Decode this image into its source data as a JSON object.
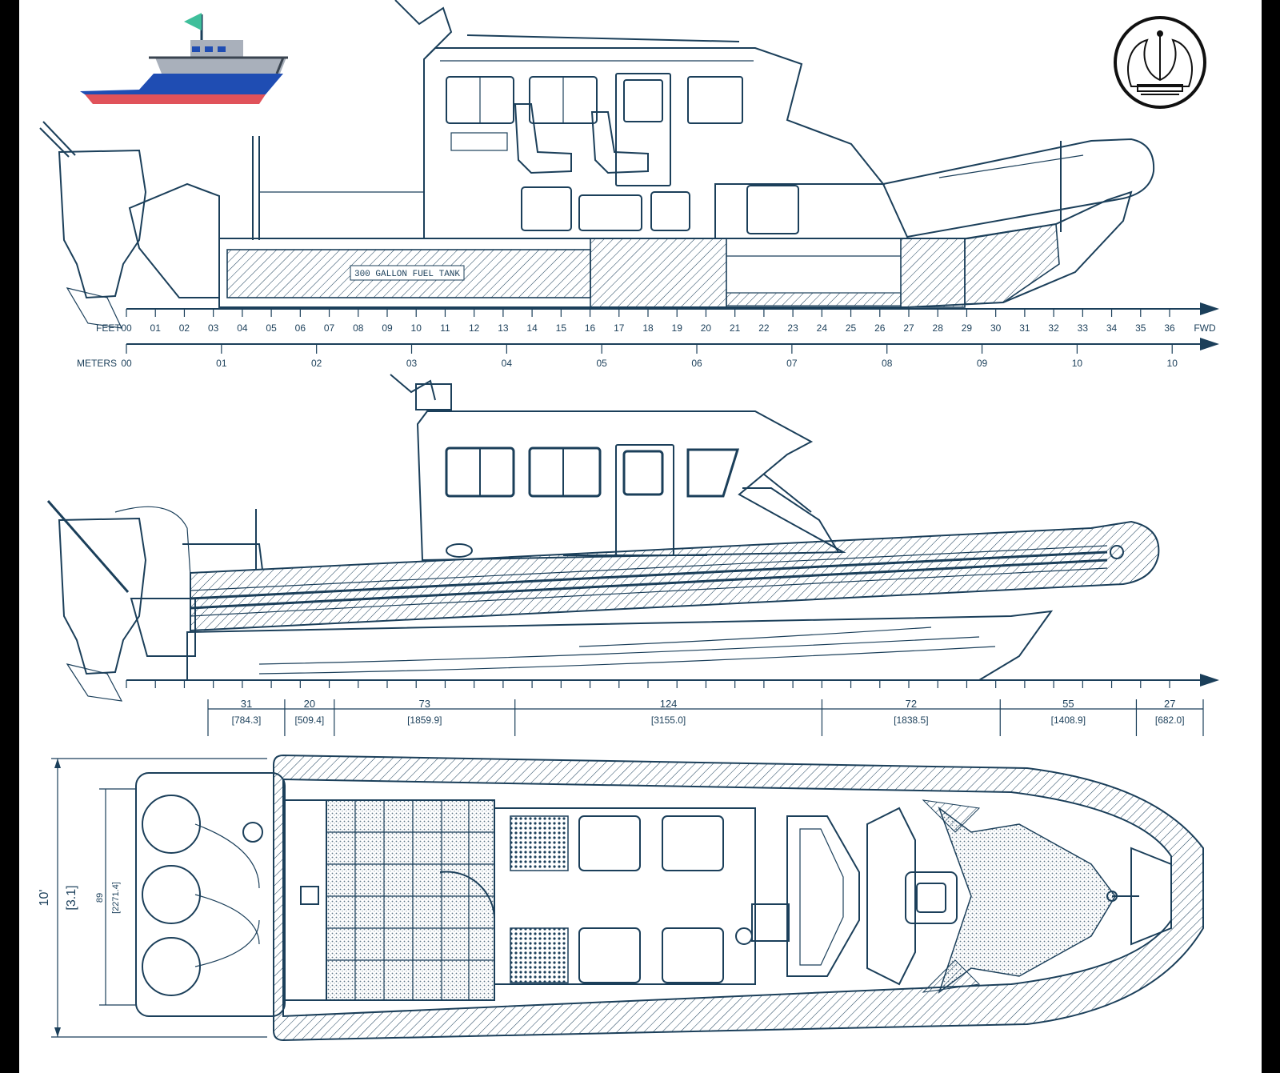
{
  "fuel_tank_label": "300 GALLON FUEL TANK",
  "feet_scale": {
    "label": "FEET",
    "end_label": "FWD",
    "ticks": [
      "00",
      "01",
      "02",
      "03",
      "04",
      "05",
      "06",
      "07",
      "08",
      "09",
      "10",
      "11",
      "12",
      "13",
      "14",
      "15",
      "16",
      "17",
      "18",
      "19",
      "20",
      "21",
      "22",
      "23",
      "24",
      "25",
      "26",
      "27",
      "28",
      "29",
      "30",
      "31",
      "32",
      "33",
      "34",
      "35",
      "36"
    ]
  },
  "meters_scale": {
    "label": "METERS",
    "ticks": [
      "00",
      "01",
      "02",
      "03",
      "04",
      "05",
      "06",
      "07",
      "08",
      "09",
      "10",
      "10"
    ]
  },
  "dimensions": [
    {
      "inches": "31",
      "mm": "[784.3]"
    },
    {
      "inches": "20",
      "mm": "[509.4]"
    },
    {
      "inches": "73",
      "mm": "[1859.9]"
    },
    {
      "inches": "124",
      "mm": "[3155.0]"
    },
    {
      "inches": "72",
      "mm": "[1838.5]"
    },
    {
      "inches": "55",
      "mm": "[1408.9]"
    },
    {
      "inches": "27",
      "mm": "[682.0]"
    }
  ],
  "beam": {
    "feet": "10'",
    "meters": "[3.1]"
  },
  "inner_beam": {
    "inches": "89",
    "mm": "[2271.4]"
  },
  "colors": {
    "line": "#1b3f5a",
    "hull_blue": "#1f4db3",
    "hull_red": "#e0525a",
    "flag": "#3fbf9b",
    "cabin_gray": "#a9b0bb"
  },
  "icons": [
    "boat-icon",
    "crown-logo-icon"
  ]
}
